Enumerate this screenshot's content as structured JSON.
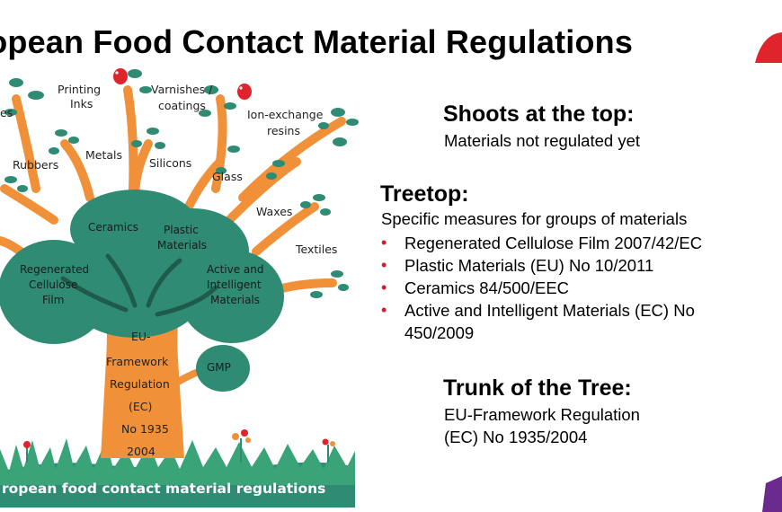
{
  "title": "ropean Food Contact Material Regulations",
  "tree": {
    "branch_labels": {
      "es": "es",
      "printing_1": "Printing",
      "printing_2": "Inks",
      "varnishes_1": "Varnishes /",
      "varnishes_2": "coatings",
      "ion_1": "Ion-exchange",
      "ion_2": "resins",
      "rubbers": "Rubbers",
      "metals": "Metals",
      "silicons": "Silicons",
      "glass": "Glass",
      "waxes": "Waxes",
      "textiles": "Textiles"
    },
    "crown_labels": {
      "ceramics": "Ceramics",
      "plastic_1": "Plastic",
      "plastic_2": "Materials",
      "regen_1": "Regenerated",
      "regen_2": "Cellulose",
      "regen_3": "Film",
      "active_1": "Active and",
      "active_2": "Intelligent",
      "active_3": "Materials"
    },
    "trunk_labels": [
      "EU-",
      "Framework",
      "Regulation",
      "(EC)",
      "No 1935",
      "2004"
    ],
    "gmp": "GMP",
    "banner": "ropean food contact material regulations",
    "colors": {
      "trunk": "#f0913a",
      "crown": "#2f8b73",
      "grass": "#3aa377",
      "leaf": "#2f8b73"
    }
  },
  "sections": {
    "shoots": {
      "heading": "Shoots at the top:",
      "text": "Materials not regulated yet"
    },
    "treetop": {
      "heading": "Treetop:",
      "text": "Specific measures for groups of materials",
      "bullets": [
        "Regenerated Cellulose Film 2007/42/EC",
        "Plastic Materials (EU) No 10/2011",
        "Ceramics 84/500/EEC",
        "Active and Intelligent Materials (EC) No",
        "450/2009"
      ]
    },
    "trunk": {
      "heading": "Trunk of the Tree:",
      "line1": "EU-Framework Regulation",
      "line2": "(EC) No 1935/2004"
    }
  },
  "accents": {
    "bullet": "#d11e2a",
    "corner_red": "#e0242b",
    "corner_purple": "#6a2a8e"
  }
}
